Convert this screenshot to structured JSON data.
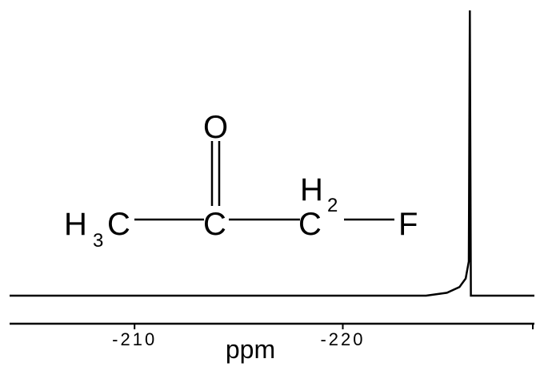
{
  "chart_data": {
    "type": "line",
    "title": "",
    "xlabel": "ppm",
    "ylabel": "",
    "x_reversed": true,
    "xlim": [
      -204.0,
      -229.2
    ],
    "x_ticks": [
      -210,
      -220
    ],
    "x_tick_labels": [
      "-210",
      "-220"
    ],
    "grid": false,
    "series": [
      {
        "name": "",
        "peak_position_ppm": -226.1,
        "x": [
          -204.0,
          -224.0,
          -225.0,
          -225.6,
          -225.9,
          -226.05,
          -226.1,
          -226.15,
          -226.3,
          -229.2
        ],
        "y": [
          0.0,
          0.0,
          0.01,
          0.03,
          0.06,
          0.12,
          1.0,
          0.0,
          0.0,
          0.0
        ]
      }
    ],
    "structure": {
      "groups": [
        {
          "main": "H",
          "sub": "3",
          "tail": "C"
        },
        {
          "main": "C"
        },
        {
          "main": "C",
          "above": "H",
          "sub": "2"
        },
        {
          "main": "F"
        }
      ],
      "carbonyl_oxygen": "O"
    }
  }
}
